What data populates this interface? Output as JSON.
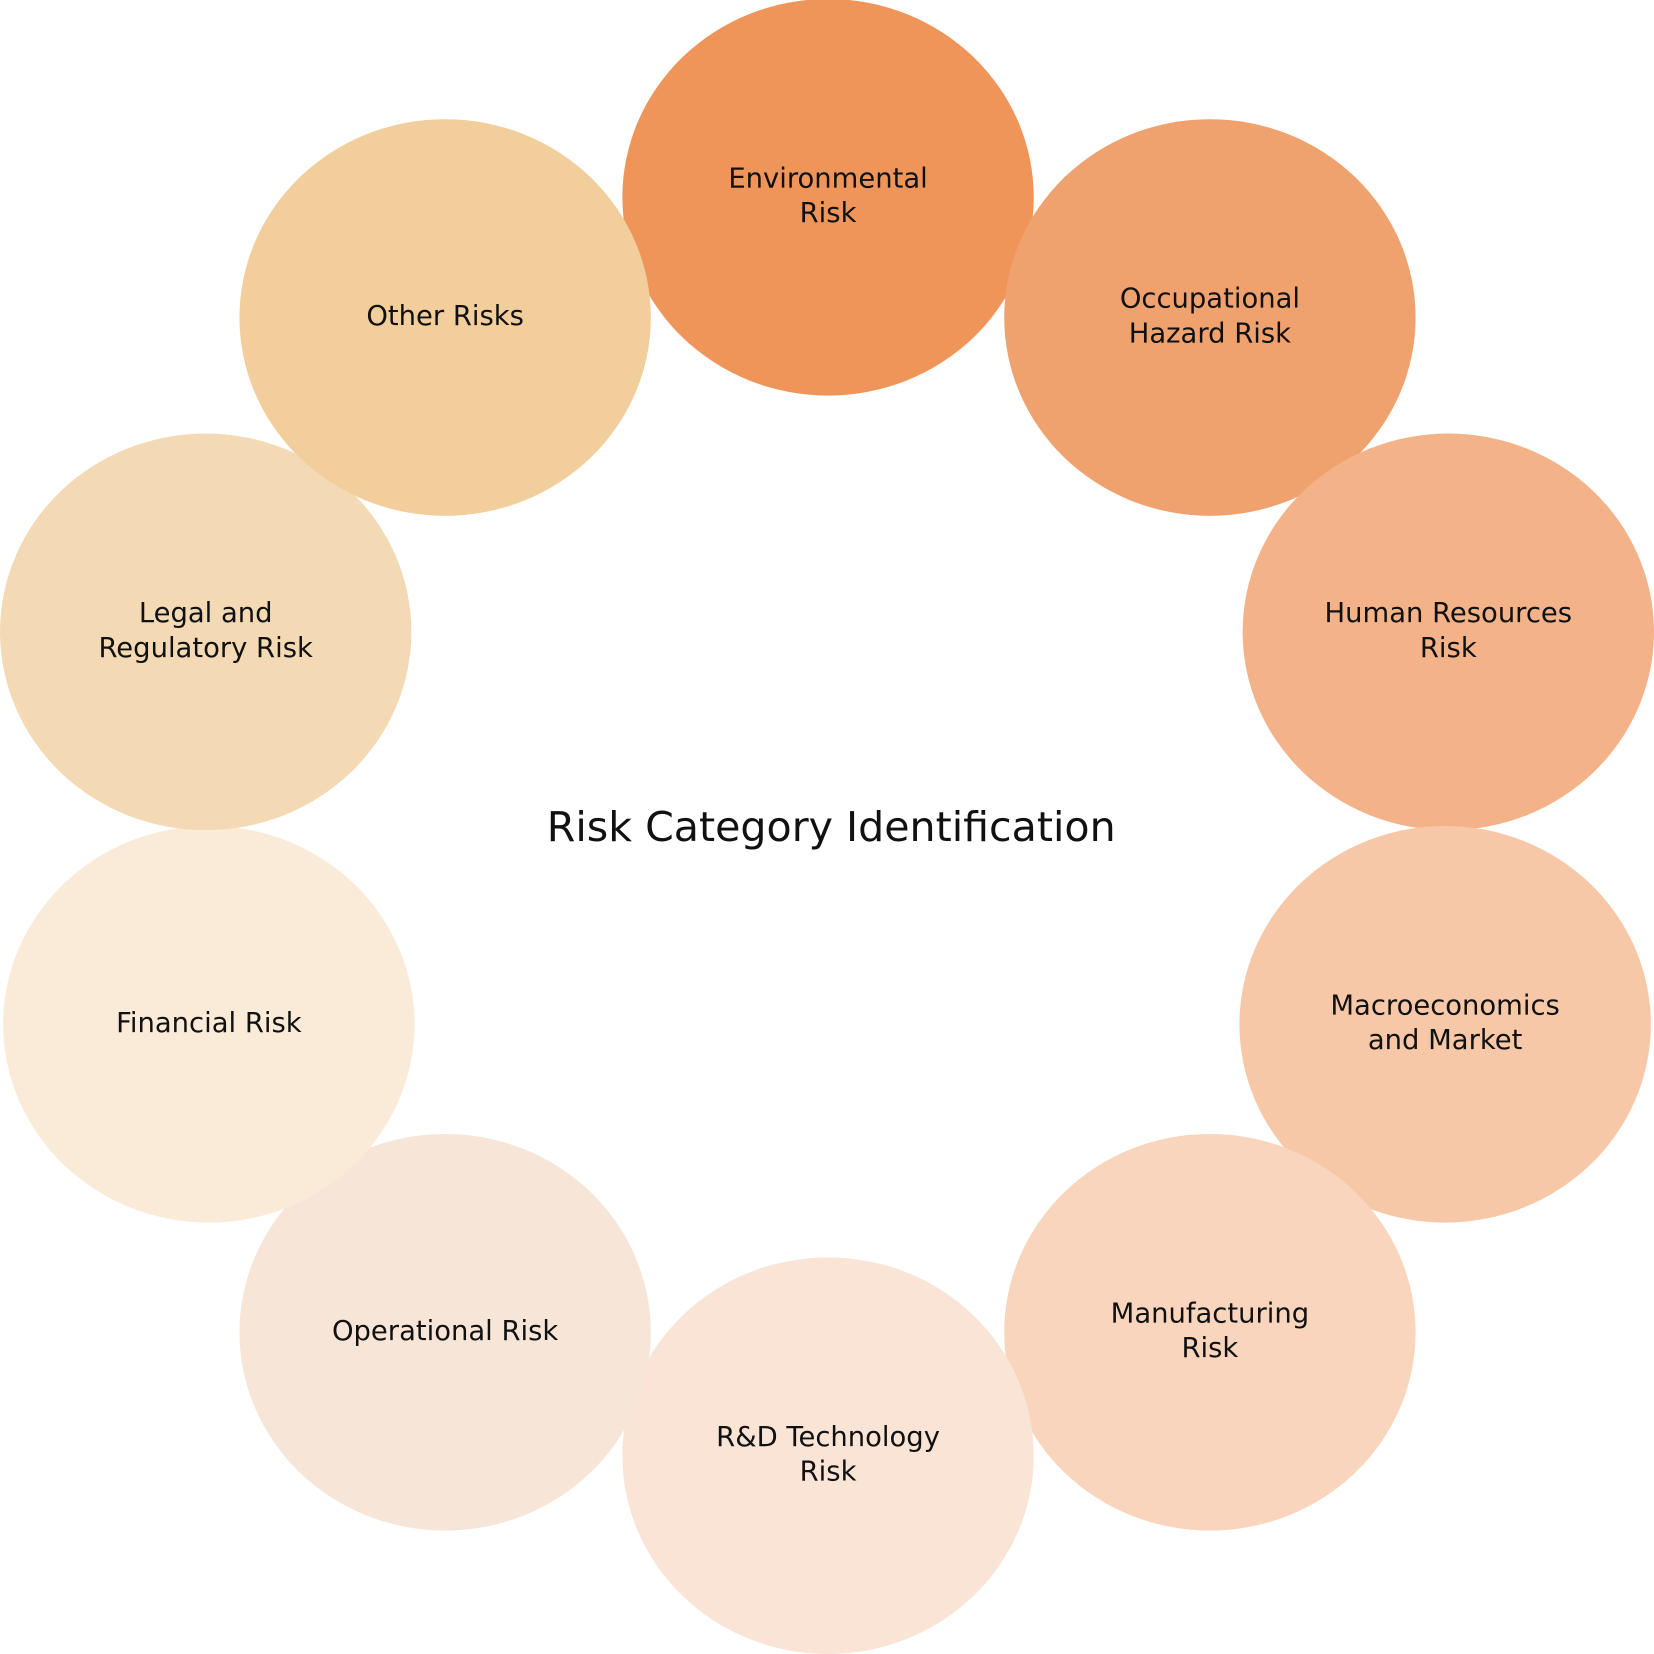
{
  "title": "Risk Category Identification",
  "nodes": [
    {
      "lines": [
        "Environmental",
        "Risk"
      ],
      "color": "#F0955A"
    },
    {
      "lines": [
        "Occupational",
        "Hazard Risk"
      ],
      "color": "#F0A26E"
    },
    {
      "lines": [
        "Human Resources",
        "Risk"
      ],
      "color": "#F3B287"
    },
    {
      "lines": [
        "Macroeconomics",
        "and Market"
      ],
      "color": "#F7C8A7"
    },
    {
      "lines": [
        "Manufacturing",
        "Risk"
      ],
      "color": "#F8D5BC"
    },
    {
      "lines": [
        "R&D Technology",
        "Risk"
      ],
      "color": "#F9E4D6"
    },
    {
      "lines": [
        "Operational Risk"
      ],
      "color": "#F7E6D8"
    },
    {
      "lines": [
        "Financial Risk"
      ],
      "color": "#FAEBD9"
    },
    {
      "lines": [
        "Legal and",
        "Regulatory Risk"
      ],
      "color": "#F3DAB5"
    },
    {
      "lines": [
        "Other Risks"
      ],
      "color": "#F1CE9B"
    }
  ]
}
